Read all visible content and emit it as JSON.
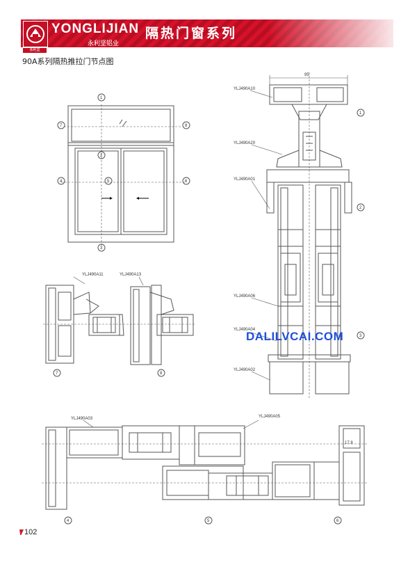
{
  "header": {
    "brand_en": "YONGLIJIAN",
    "brand_cn": "永利坚铝业",
    "tagline": "隔热门窗系列",
    "logo_caption": "永利坚",
    "accent_color": "#d6112a"
  },
  "page": {
    "title": "90A系列隔热推拉门节点图",
    "number": "102",
    "watermark": "DALILVCAI.COM"
  },
  "elevation": {
    "callouts": [
      "1",
      "7",
      "8",
      "2",
      "4",
      "5",
      "6",
      "3"
    ]
  },
  "section_7_8": {
    "labels": [
      "YLJ490A11",
      "YLJ490A13"
    ],
    "callouts": [
      "7",
      "8"
    ]
  },
  "vertical_section": {
    "dimension": "95",
    "labels": [
      "YLJ490A10",
      "YLJ490A20",
      "YLJ490A01",
      "YLJ490A06",
      "YLJ490A04",
      "YLJ490A02"
    ],
    "callouts": [
      "1",
      "2",
      "3"
    ]
  },
  "horizontal_section": {
    "labels": [
      "YLJ490A03",
      "YLJ490A05"
    ],
    "dimension": "17.8",
    "callouts": [
      "4",
      "5",
      "6"
    ]
  }
}
